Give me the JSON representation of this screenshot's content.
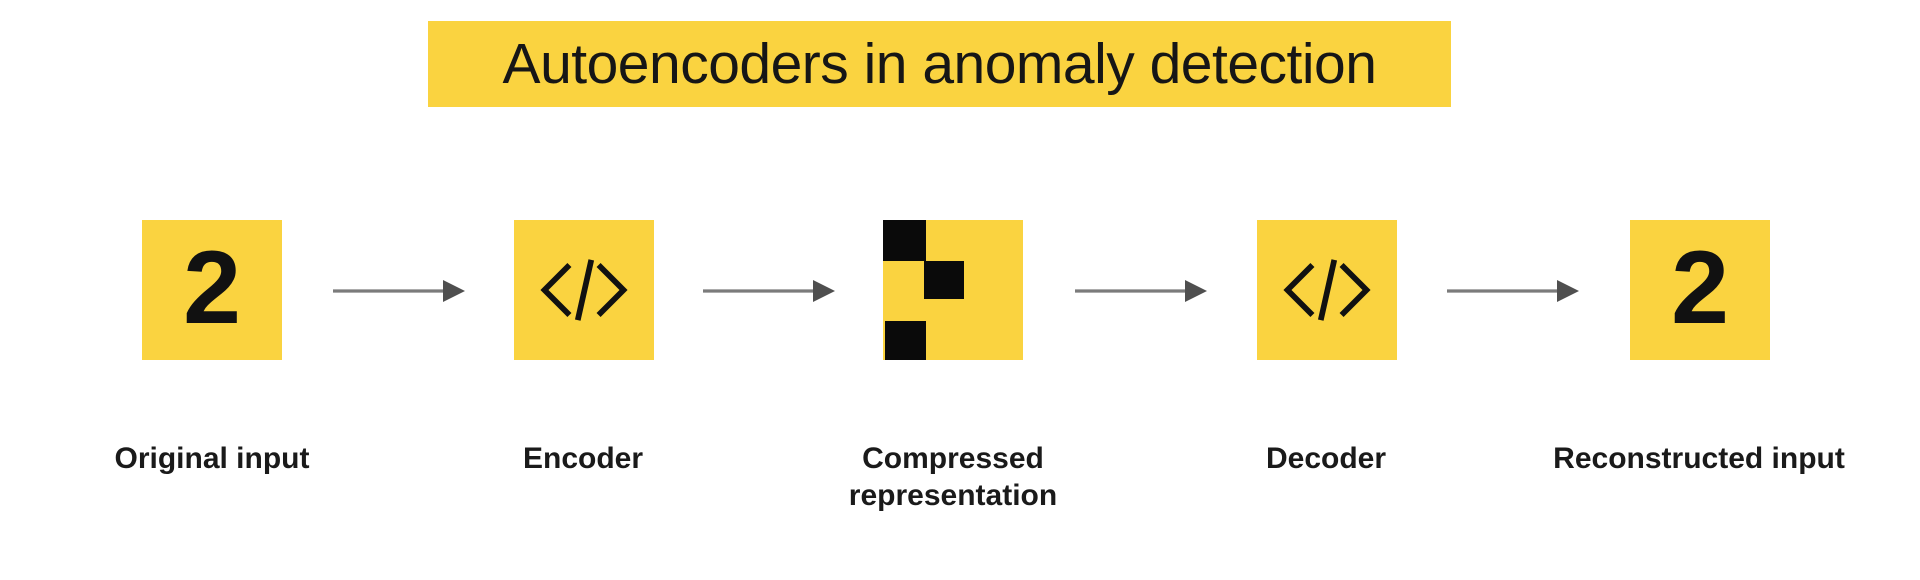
{
  "title": {
    "text": "Autoencoders in anomaly detection"
  },
  "colors": {
    "highlight_yellow": "#FAD340",
    "text_black": "#161616",
    "arrow_line_gray": "#7b7b7b",
    "arrow_head_gray": "#4f4f4f"
  },
  "nodes": [
    {
      "label": "Original input",
      "glyph": "2",
      "icon": "digit-two"
    },
    {
      "label": "Encoder",
      "icon": "code-icon"
    },
    {
      "label": "Compressed representation",
      "icon": "pixel-grid-icon"
    },
    {
      "label": "Decoder",
      "icon": "code-icon"
    },
    {
      "label": "Reconstructed input",
      "glyph": "2",
      "icon": "digit-two"
    }
  ]
}
